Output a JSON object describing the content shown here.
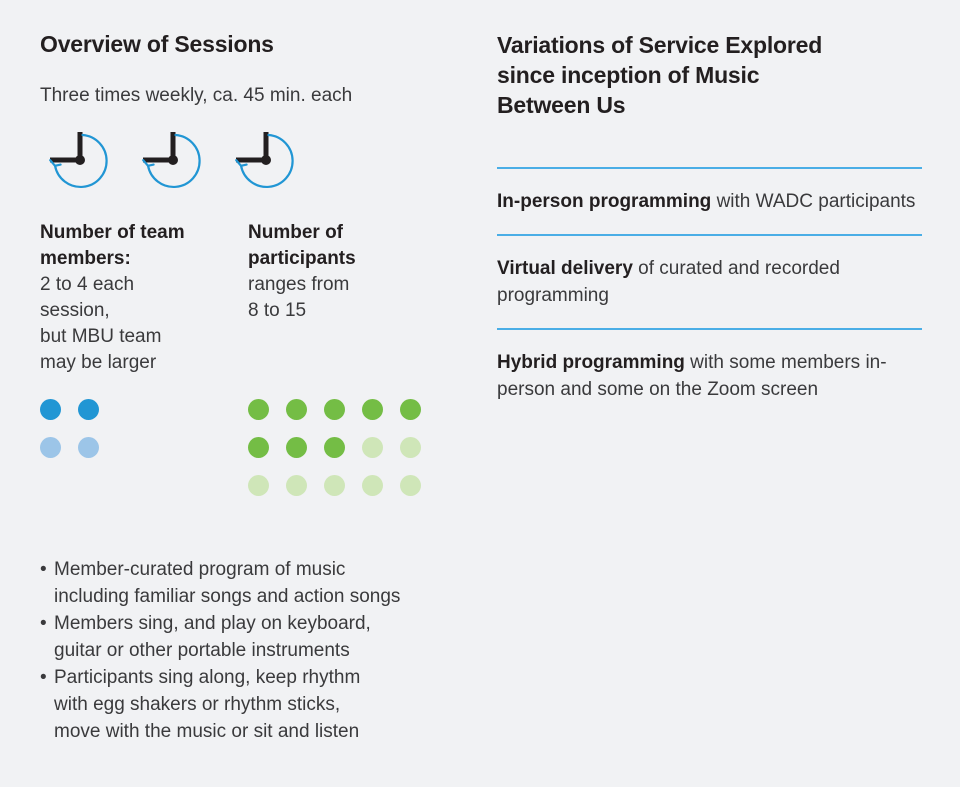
{
  "background_color": "#f1f2f4",
  "accent_blue": "#2196d4",
  "divider_blue": "#4aaee6",
  "left": {
    "title": "Overview of Sessions",
    "subtitle": "Three times weekly, ca. 45 min. each",
    "clock_count": 3,
    "clock_icon_name": "clock-45-minutes-icon",
    "stats": [
      {
        "heading": "Number of\nteam members:",
        "body": "2 to 4 each\nsession,\nbut MBU team\nmay be larger"
      },
      {
        "heading": "Number of\nparticipants",
        "body": "ranges from\n8 to 15"
      }
    ],
    "bullets": [
      "Member-curated program of music\nincluding familiar songs and action songs",
      "Members sing, and play on keyboard,\nguitar or other portable instruments",
      "Participants sing along, keep rhythm\nwith egg shakers or rhythm sticks,\nmove with the music or sit and listen"
    ],
    "bullet_mark": "•"
  },
  "right": {
    "title": "Variations of Service Explored\nsince inception of Music\nBetween Us",
    "items": [
      {
        "strong": "In-person programming",
        "rest": " with WADC participants"
      },
      {
        "strong": "Virtual delivery",
        "rest": " of curated and recorded programming"
      },
      {
        "strong": "Hybrid programming",
        "rest": " with some members in-person and some on the Zoom screen"
      }
    ]
  },
  "chart_data": {
    "type": "pictogram",
    "title": "Overview of Sessions",
    "charts": [
      {
        "name": "team-members-dot-grid",
        "label": "Number of team members",
        "legend": "2 to 4 each session, but MBU team may be larger",
        "columns": 2,
        "rows": 2,
        "filled_count": 2,
        "total_count": 4,
        "filled_color": "#2196d4",
        "empty_color": "#9cc5e8",
        "cells": [
          [
            "filled",
            "filled"
          ],
          [
            "empty",
            "empty"
          ]
        ]
      },
      {
        "name": "participants-dot-grid",
        "label": "Number of participants",
        "legend": "ranges from 8 to 15",
        "columns": 5,
        "rows": 3,
        "filled_count": 8,
        "total_count": 15,
        "filled_color": "#74bd45",
        "empty_color": "#cfe6b8",
        "cells": [
          [
            "filled",
            "filled",
            "filled",
            "filled",
            "filled"
          ],
          [
            "filled",
            "filled",
            "filled",
            "empty",
            "empty"
          ],
          [
            "empty",
            "empty",
            "empty",
            "empty",
            "empty"
          ]
        ]
      },
      {
        "name": "session-frequency-clocks",
        "label": "Three times weekly, ca. 45 min. each",
        "unit_count": 3,
        "minutes_each": 45,
        "frequency_per_week": 3
      }
    ]
  }
}
